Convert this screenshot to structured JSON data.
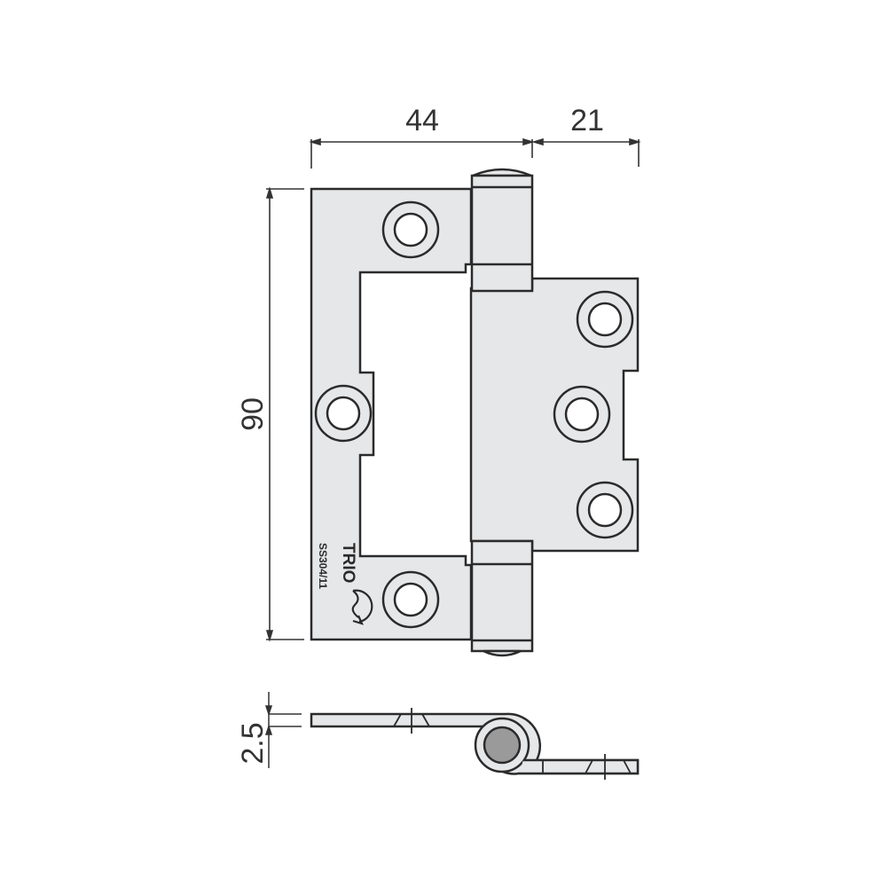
{
  "diagram": {
    "subject": "Flush hinge technical drawing",
    "colors": {
      "leaf_fill": "#e6e7e9",
      "outline": "#2b2b2b",
      "dimension_line": "#333333",
      "pin_fill": "#9a9a9a",
      "background": "#ffffff"
    },
    "dimensions": {
      "width_leaf": "44",
      "width_knuckle_extension": "21",
      "height": "90",
      "thickness": "2.5"
    },
    "stamp": {
      "brand": "TRIO",
      "model": "SS304/11"
    },
    "views": [
      "front-view",
      "side-profile-view"
    ]
  }
}
